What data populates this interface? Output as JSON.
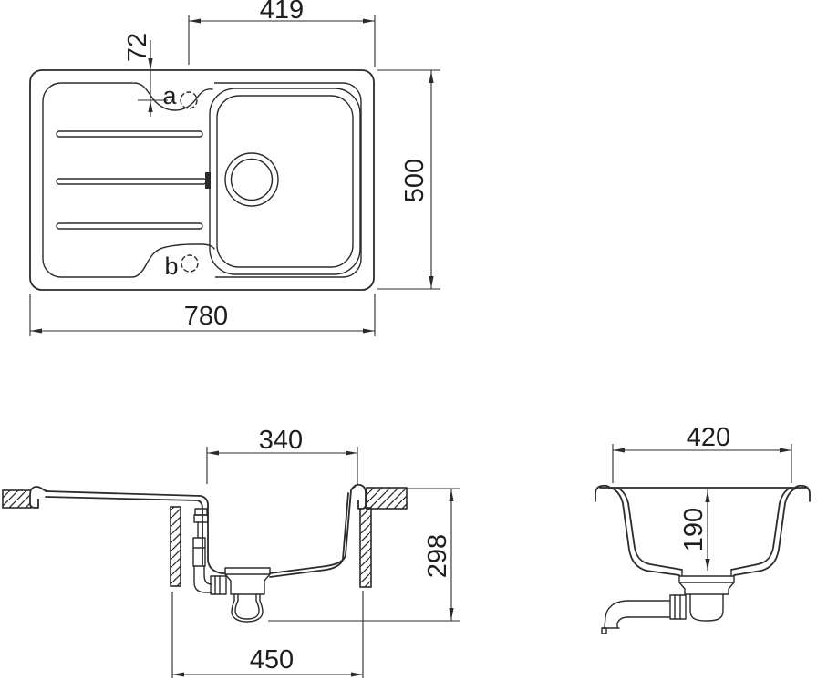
{
  "colors": {
    "line": "#2b2b2b",
    "background": "#ffffff"
  },
  "top_view": {
    "dim_tap_to_edge": "419",
    "dim_tap_offset": "72",
    "dim_depth": "500",
    "dim_width": "780",
    "tap_hole_a_label": "a",
    "tap_hole_b_label": "b"
  },
  "front_section": {
    "dim_bowl_width": "340",
    "dim_total_height": "298",
    "dim_base_width": "450"
  },
  "side_section": {
    "dim_bowl_length": "420",
    "dim_bowl_depth": "190"
  }
}
